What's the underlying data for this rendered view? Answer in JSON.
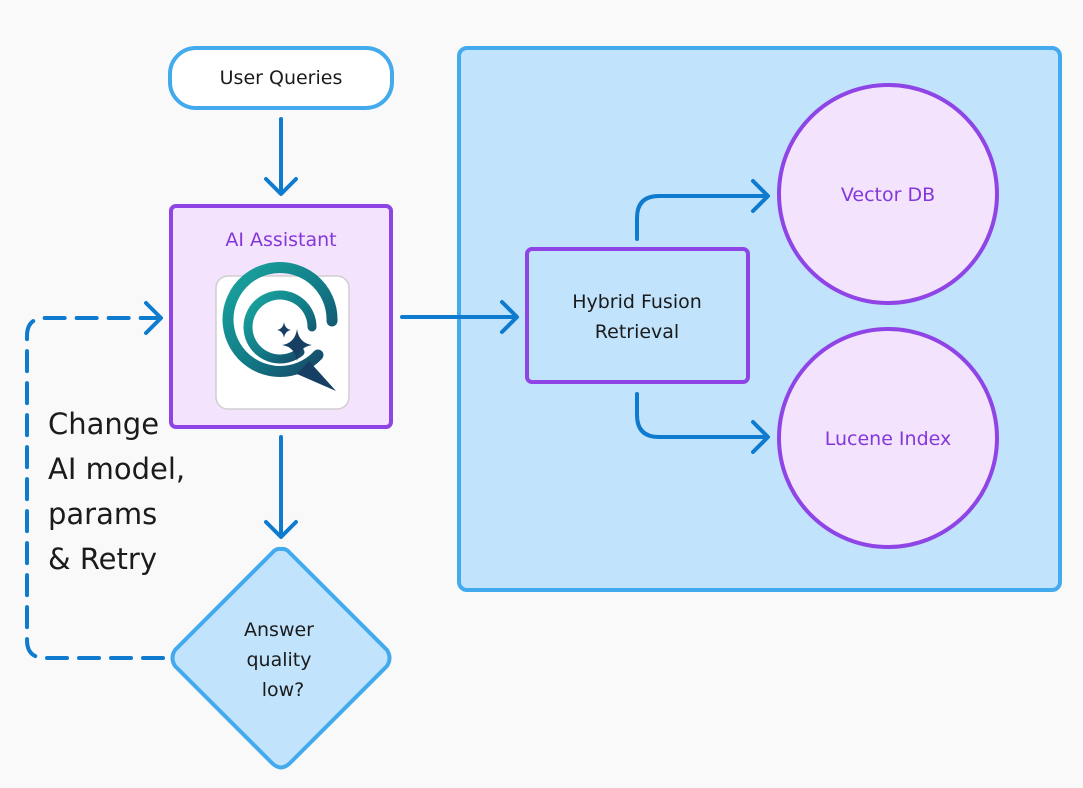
{
  "nodes": {
    "user_queries": "User Queries",
    "ai_assistant": "AI Assistant",
    "hybrid_fusion_line1": "Hybrid Fusion",
    "hybrid_fusion_line2": "Retrieval",
    "vector_db": "Vector DB",
    "lucene_index": "Lucene Index",
    "decision_line1": "Answer",
    "decision_line2": "quality",
    "decision_line3": "low?"
  },
  "feedback_note": {
    "line1": "Change",
    "line2": "AI model,",
    "line3": "params",
    "line4": "& Retry"
  },
  "icons": {
    "assistant_logo": "chat-bubble-sparkle-icon"
  },
  "colors": {
    "background": "#f9f9f9",
    "blue_stroke": "#43aaee",
    "blue_fill": "#c1e3fb",
    "purple_stroke": "#8f45e6",
    "purple_fill": "#f3e3fd",
    "purple_text": "#8438da",
    "arrow": "#0f7bcf",
    "text_dark": "#1b1b1b"
  }
}
